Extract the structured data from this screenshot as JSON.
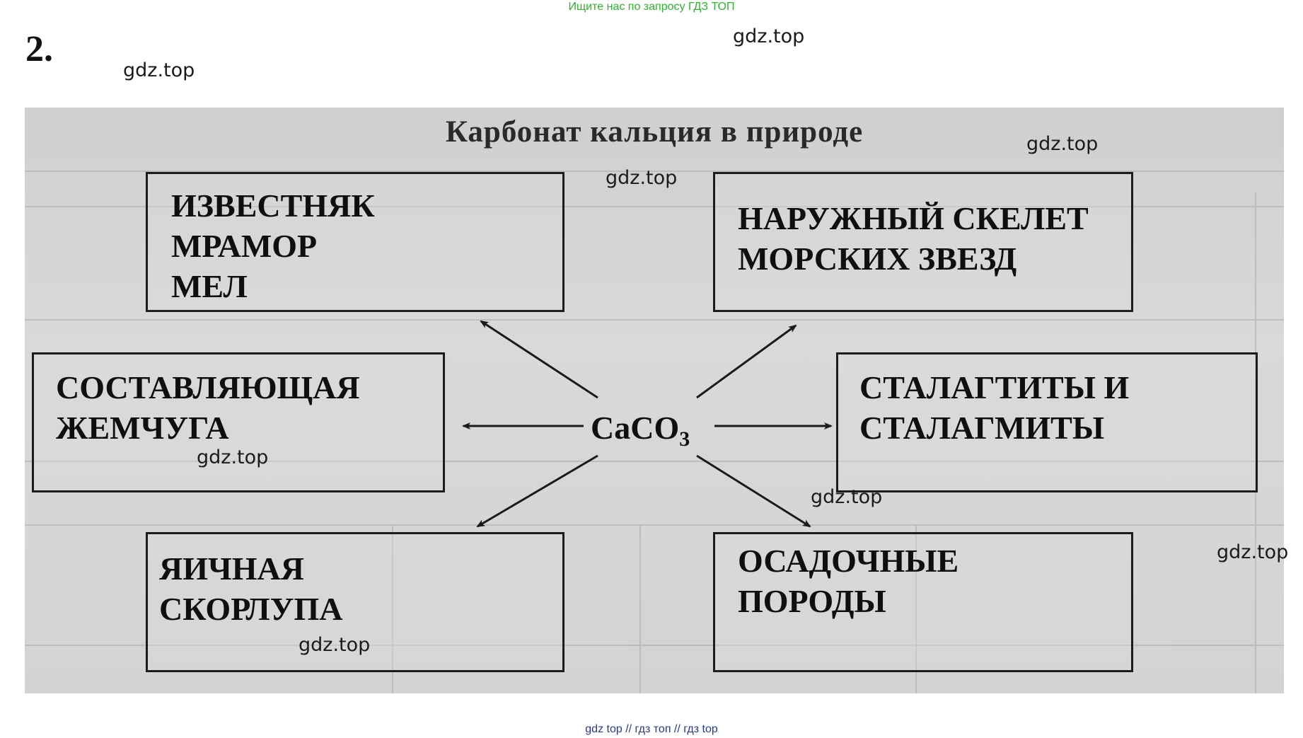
{
  "banner": "Ищите нас по запросу ГДЗ ТОП",
  "task_number": "2.",
  "watermark": "gdz.top",
  "diagram": {
    "title": "Карбонат кальция в природе",
    "center": {
      "formula": "CaCO",
      "subscript": "3"
    },
    "boxes": {
      "top_left": [
        "ИЗВЕСТНЯК",
        "МРАМОР",
        "МЕЛ"
      ],
      "top_right": [
        "НАРУЖНЫЙ СКЕЛЕТ",
        "МОРСКИХ ЗВЕЗД"
      ],
      "mid_left": [
        "СОСТАВЛЯЮЩАЯ",
        "ЖЕМЧУГА"
      ],
      "mid_right": [
        "СТАЛАГТИТЫ И",
        "СТАЛАГМИТЫ"
      ],
      "bottom_left": [
        "ЯИЧНАЯ",
        "СКОРЛУПА"
      ],
      "bottom_right": [
        "ОСАДОЧНЫЕ",
        "ПОРОДЫ"
      ]
    }
  },
  "footer": "gdz top  //  гдз топ  //  гдз top"
}
